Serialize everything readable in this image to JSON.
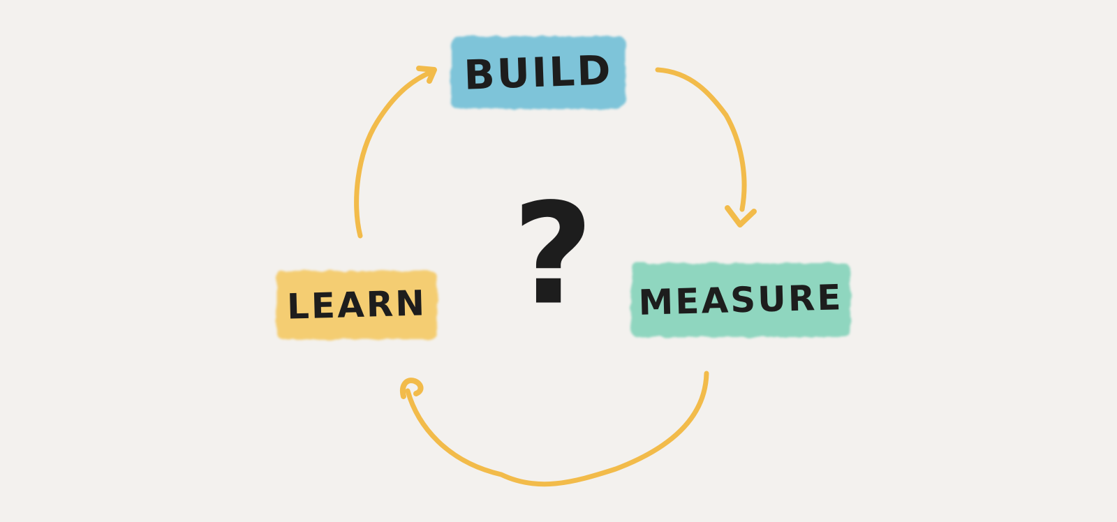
{
  "diagram": {
    "center_symbol": "?",
    "nodes": [
      {
        "id": "build",
        "label": "BUILD",
        "color": "#7ec4d9"
      },
      {
        "id": "measure",
        "label": "MEASURE",
        "color": "#8fd6bf"
      },
      {
        "id": "learn",
        "label": "LEARN",
        "color": "#f4cd72"
      }
    ],
    "arrow_color": "#f2bb4a",
    "text_color": "#1d1d1d",
    "background_color": "#f3f1ee"
  }
}
